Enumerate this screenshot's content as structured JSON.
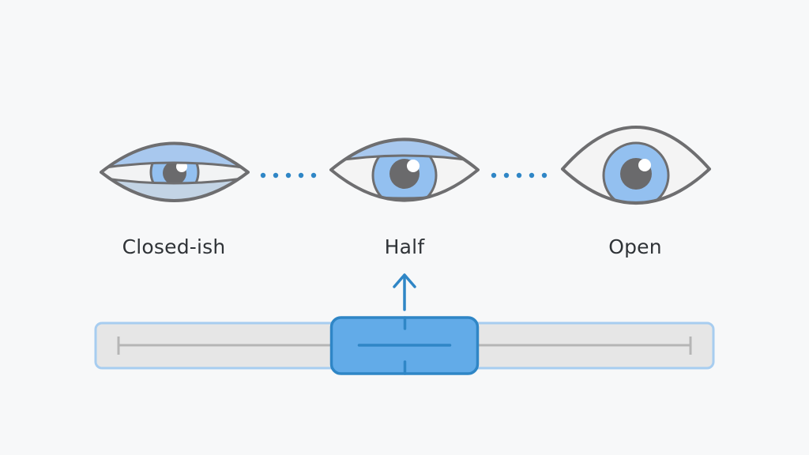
{
  "states": [
    {
      "id": "closed-ish",
      "label": "Closed-ish"
    },
    {
      "id": "half",
      "label": "Half"
    },
    {
      "id": "open",
      "label": "Open"
    }
  ],
  "slider": {
    "selected_state": "half",
    "value": 0.5
  },
  "colors": {
    "background": "#f7f8f9",
    "outline": "#6e6e70",
    "lid_blue": "#a8c8ee",
    "iris_blue": "#93c0f0",
    "pupil": "#6a6a6c",
    "sclera": "#f4f4f4",
    "accent": "#2f86c6",
    "track_fill": "#e6e6e6",
    "track_border": "#a7cdf0",
    "thumb_fill": "#62abe8",
    "thumb_border": "#2f86c6"
  },
  "icons": {
    "eye_closed": "eye-closed-ish-icon",
    "eye_half": "eye-half-icon",
    "eye_open": "eye-open-icon",
    "arrow": "arrow-up-icon"
  }
}
